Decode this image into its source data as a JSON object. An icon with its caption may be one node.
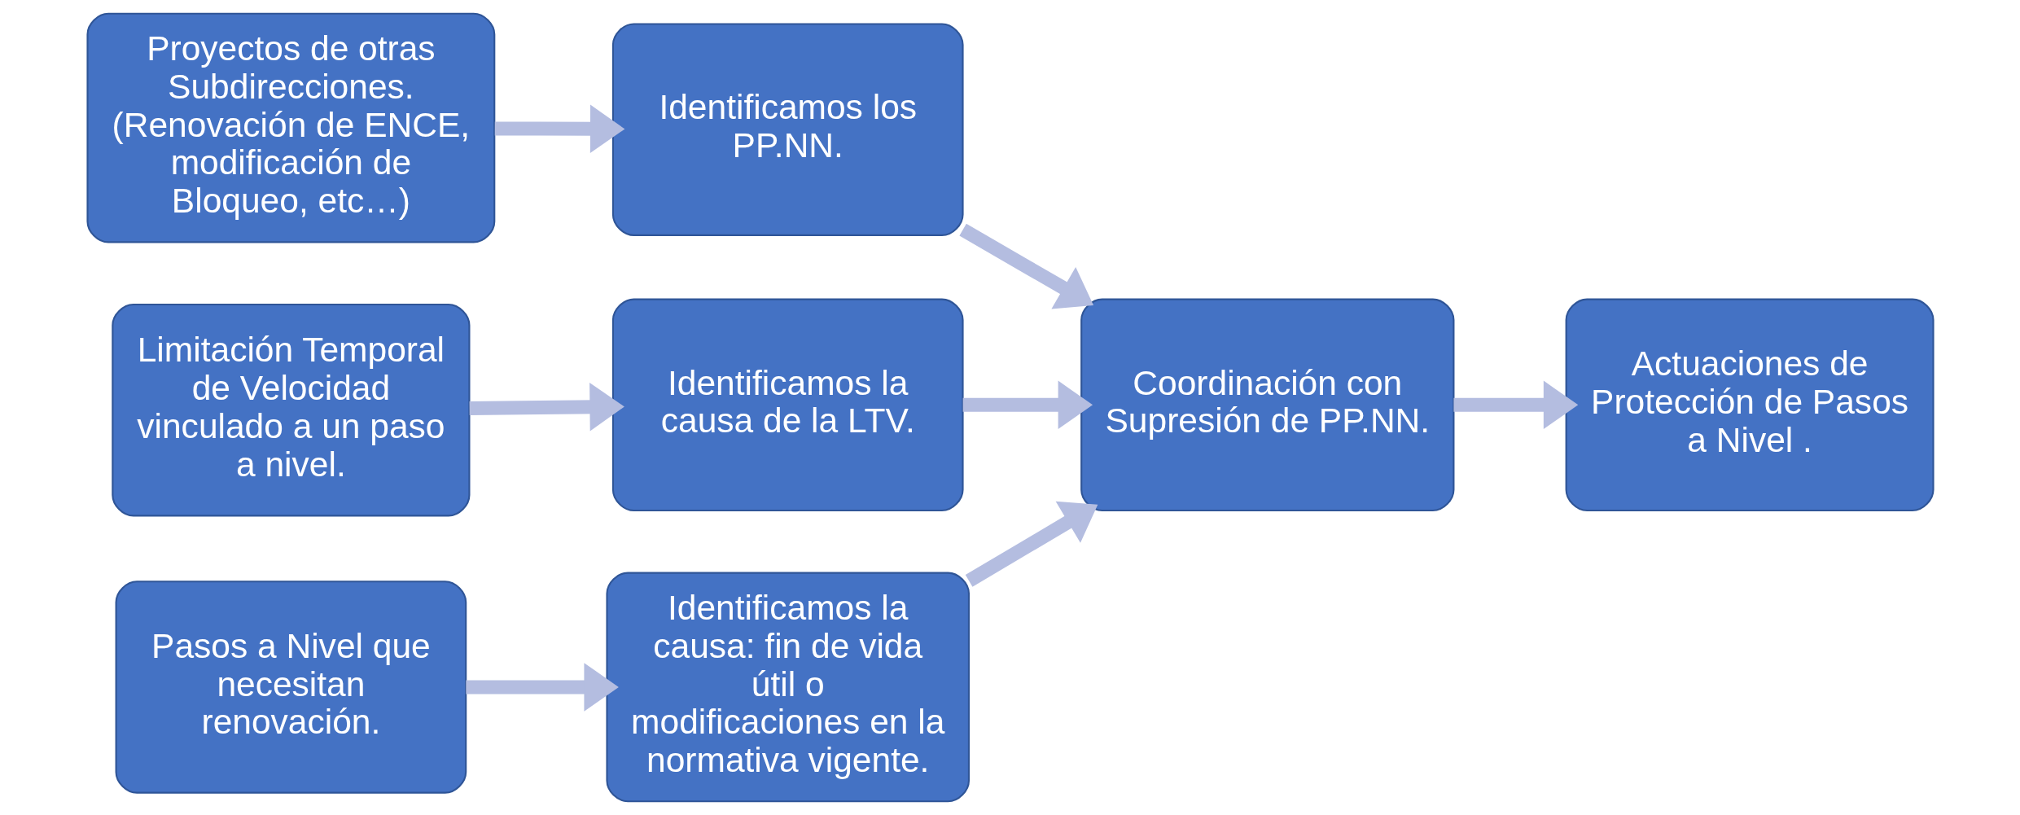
{
  "diagram": {
    "nodes": [
      {
        "text": [
          "Proyectos de otras Subdirecciones. (Renovación de ENCE, modificación de Bloqueo, etc…)"
        ]
      },
      {
        "text": [
          "Identificamos los PP.NN."
        ]
      },
      {
        "text": [
          "Limitación Temporal de Velocidad vinculado a un paso a nivel."
        ]
      },
      {
        "text": [
          "Identificamos la causa de la LTV."
        ]
      },
      {
        "text": [
          "Pasos a Nivel que necesitan renovación."
        ]
      },
      {
        "text": [
          "Identificamos la causa: fin de vida útil o modificaciones en la normativa vigente."
        ]
      },
      {
        "text": [
          "Coordinación con Supresión de PP.NN."
        ]
      },
      {
        "text": [
          "Actuaciones de Protección de Pasos a Nivel ."
        ]
      }
    ],
    "edges": [
      {
        "from": 0,
        "to": 1,
        "arrow": "to"
      },
      {
        "from": 2,
        "to": 3,
        "arrow": "to"
      },
      {
        "from": 4,
        "to": 5,
        "arrow": "to"
      },
      {
        "from": 1,
        "to": 6,
        "arrow": "to"
      },
      {
        "from": 3,
        "to": 6,
        "arrow": "to"
      },
      {
        "from": 5,
        "to": 6,
        "arrow": "to"
      },
      {
        "from": 6,
        "to": 7,
        "arrow": "to"
      }
    ]
  }
}
